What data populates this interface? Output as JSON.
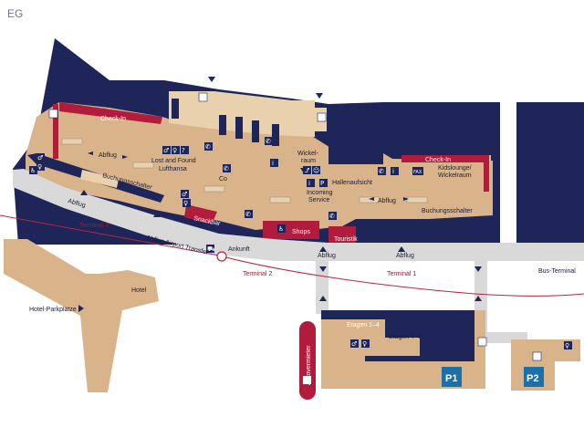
{
  "colors": {
    "navy": "#1e2559",
    "sand": "#d9b48a",
    "sand_light": "#ead1ad",
    "red": "#b21c3c",
    "road": "#d9d9d9",
    "line_red": "#b2283c",
    "parking_blue": "#1d6fa8"
  },
  "floor_label": "EG",
  "labels": {
    "check_in_left": "Check-In",
    "check_in_right": "Check-In",
    "abflug_1": "Abflug",
    "abflug_2": "Abflug",
    "abflug_3": "Abflug",
    "abflug_4": "Abflug",
    "abflug_5": "Abflug",
    "buchungsschalter_1": "Buchungsschalter",
    "buchungsschalter_2": "Buchungsschalter",
    "lost_found": "Lost and Found",
    "lufthansa": "Lufthansa",
    "wickelraum_1": "Wickel-",
    "wickelraum_2": "raum",
    "hallenaufsicht": "Hallenaufsicht",
    "incoming_service_1": "Incoming",
    "incoming_service_2": "Service",
    "kidslounge": "Kidslounge/",
    "wickelraum_right": "Wickelraum",
    "snackbar": "Snackbar",
    "shops": "Shops",
    "touristik": "Touristik",
    "airport_transfer": "Abflug Airport Transfer",
    "ankunft": "Ankunft",
    "terminal_3": "Terminal 3",
    "terminal_2": "Terminal 2",
    "terminal_1": "Terminal 1",
    "bus_terminal": "Bus-Terminal",
    "hotel": "Hotel",
    "hotel_parking": "Hotel-Parkplätze",
    "etagen_1_4": "Etagen 1–4",
    "etagen_4_6": "Etagen 4–6",
    "autovermieter": "Autovermieter",
    "p1": "P1",
    "p2": "P2",
    "co": "Co",
    "fax": "FAX"
  },
  "icons": [
    "elevator-icon",
    "stairs-icon",
    "escalator-icon",
    "toilet-icon",
    "telephone-icon",
    "lost-found-icon",
    "information-icon",
    "wheelchair-icon",
    "parking-icon",
    "taxi-icon",
    "car-icon",
    "rail-icon",
    "baby-care-icon"
  ]
}
